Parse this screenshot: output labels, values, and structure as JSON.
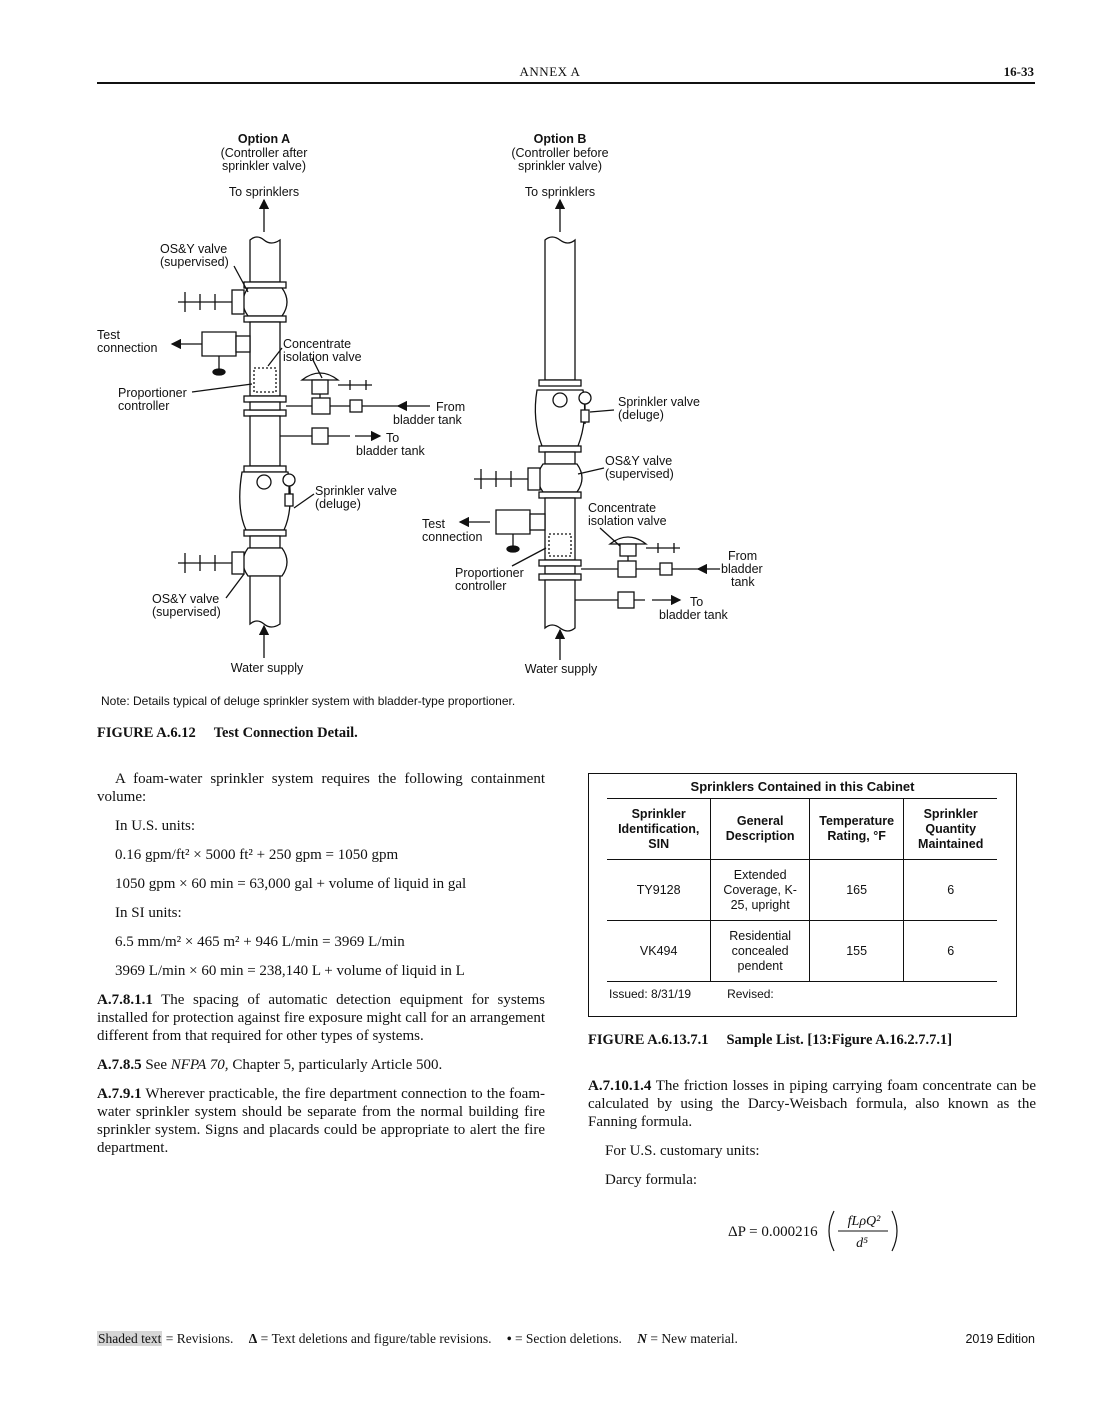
{
  "header": {
    "title": "ANNEX A",
    "page_number": "16-33"
  },
  "figure_a6_12": {
    "option_a": {
      "title": "Option A",
      "subtitle_1": "(Controller after",
      "subtitle_2": "sprinkler valve)",
      "to_sprinklers": "To sprinklers",
      "osy_top_1": "OS&Y valve",
      "osy_top_2": "(supervised)",
      "test_conn_1": "Test",
      "test_conn_2": "connection",
      "conc_iso_1": "Concentrate",
      "conc_iso_2": "isolation valve",
      "prop_ctrl_1": "Proportioner",
      "prop_ctrl_2": "controller",
      "from_bladder_1": "From",
      "from_bladder_2": "bladder tank",
      "to_bladder_1": "To",
      "to_bladder_2": "bladder tank",
      "spr_valve_1": "Sprinkler valve",
      "spr_valve_2": "(deluge)",
      "osy_bottom_1": "OS&Y valve",
      "osy_bottom_2": "(supervised)",
      "water_supply": "Water supply"
    },
    "option_b": {
      "title": "Option B",
      "subtitle_1": "(Controller before",
      "subtitle_2": "sprinkler valve)",
      "to_sprinklers": "To sprinklers",
      "spr_valve_1": "Sprinkler valve",
      "spr_valve_2": "(deluge)",
      "osy_1": "OS&Y valve",
      "osy_2": "(supervised)",
      "conc_iso_1": "Concentrate",
      "conc_iso_2": "isolation valve",
      "test_conn_1": "Test",
      "test_conn_2": "connection",
      "from_bladder_1": "From",
      "from_bladder_2": "bladder",
      "from_bladder_3": "tank",
      "prop_ctrl_1": "Proportioner",
      "prop_ctrl_2": "controller",
      "to_bladder_1": "To",
      "to_bladder_2": "bladder tank",
      "water_supply": "Water supply"
    },
    "note": "Note: Details typical of deluge sprinkler system with bladder-type proportioner.",
    "caption_number": "FIGURE A.6.12",
    "caption_title": "Test Connection Detail."
  },
  "left_column": {
    "intro": "A foam-water sprinkler system requires the following containment volume:",
    "us_units": "In U.S. units:",
    "eq1": "0.16 gpm/ft² × 5000 ft² + 250 gpm = 1050 gpm",
    "eq2": "1050 gpm × 60 min = 63,000 gal + volume of liquid in gal",
    "si_units": "In SI units:",
    "eq3": "6.5 mm/m² × 465 m² + 946 L/min = 3969 L/min",
    "eq4": "3969 L/min × 60 min = 238,140 L + volume of liquid in L",
    "a7811_num": "A.7.8.1.1",
    "a7811_text": "The spacing of automatic detection equipment for systems installed for protection against fire exposure might call for an arrangement different from that required for other types of systems.",
    "a785_num": "A.7.8.5",
    "a785_pre": "See",
    "a785_ref": "NFPA 70,",
    "a785_post": "Chapter 5, particularly Article 500.",
    "a791_num": "A.7.9.1",
    "a791_text": "Wherever practicable, the fire department connection to the foam-water sprinkler system should be separate from the normal building fire sprinkler system. Signs and placards could be appropriate to alert the fire department."
  },
  "cabinet_table": {
    "title": "Sprinklers Contained in this Cabinet",
    "headers": [
      "Sprinkler Identification, SIN",
      "General Description",
      "Temperature Rating, °F",
      "Sprinkler Quantity Maintained"
    ],
    "rows": [
      [
        "TY9128",
        "Extended Coverage, K-25, upright",
        "165",
        "6"
      ],
      [
        "VK494",
        "Residential concealed pendent",
        "155",
        "6"
      ]
    ],
    "issued": "Issued: 8/31/19",
    "revised": "Revised:"
  },
  "figure_a6_13": {
    "caption_number": "FIGURE A.6.13.7.1",
    "caption_title": "Sample List. [13:Figure A.16.2.7.7.1]"
  },
  "right_column": {
    "a71014_num": "A.7.10.1.4",
    "a71014_text": "The friction losses in piping carrying foam concentrate can be calculated by using the Darcy-Weisbach formula, also known as the Fanning formula.",
    "us_customary": "For U.S. customary units:",
    "darcy": "Darcy formula:",
    "formula_lhs": "ΔP = 0.000216",
    "formula_num": "fLρQ²",
    "formula_den": "d⁵"
  },
  "footer": {
    "shaded": "Shaded text",
    "shaded_desc": "= Revisions.",
    "delta_sym": "Δ",
    "delta_desc": "= Text deletions and figure/table revisions.",
    "bullet_sym": "•",
    "bullet_desc": "= Section deletions.",
    "n_sym": "N",
    "n_desc": "= New material.",
    "edition": "2019 Edition"
  }
}
